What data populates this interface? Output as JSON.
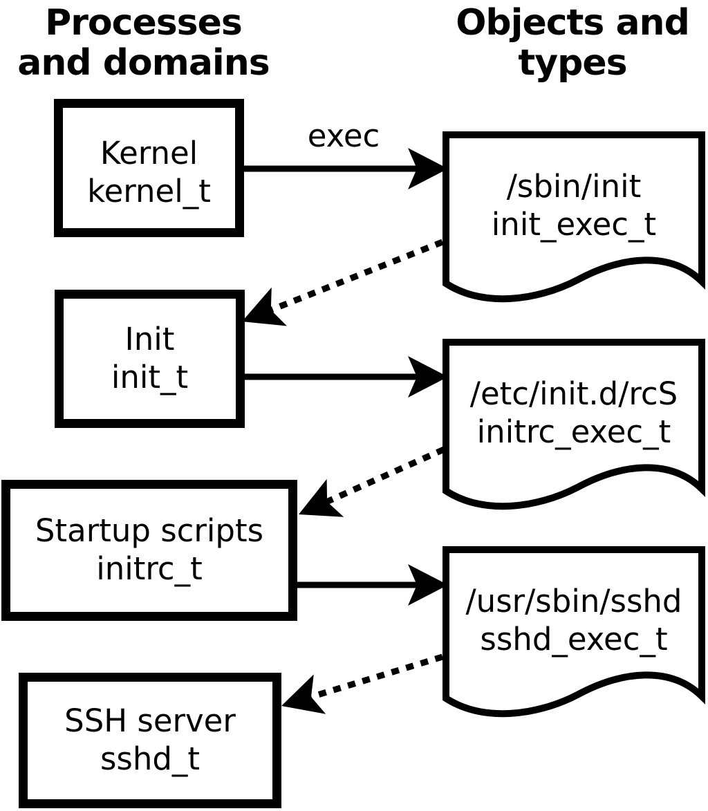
{
  "page": {
    "background": "#ffffff",
    "foreground": "#000000"
  },
  "headers": {
    "left": "Processes\nand domains",
    "right": "Objects and\ntypes"
  },
  "labels": {
    "exec": "exec"
  },
  "process_nodes": [
    {
      "name": "Kernel",
      "type": "kernel_t"
    },
    {
      "name": "Init",
      "type": "init_t"
    },
    {
      "name": "Startup scripts",
      "type": "initrc_t"
    },
    {
      "name": "SSH server",
      "type": "sshd_t"
    }
  ],
  "object_nodes": [
    {
      "path": "/sbin/init",
      "type": "init_exec_t"
    },
    {
      "path": "/etc/init.d/rcS",
      "type": "initrc_exec_t"
    },
    {
      "path": "/usr/sbin/sshd",
      "type": "sshd_exec_t"
    }
  ]
}
